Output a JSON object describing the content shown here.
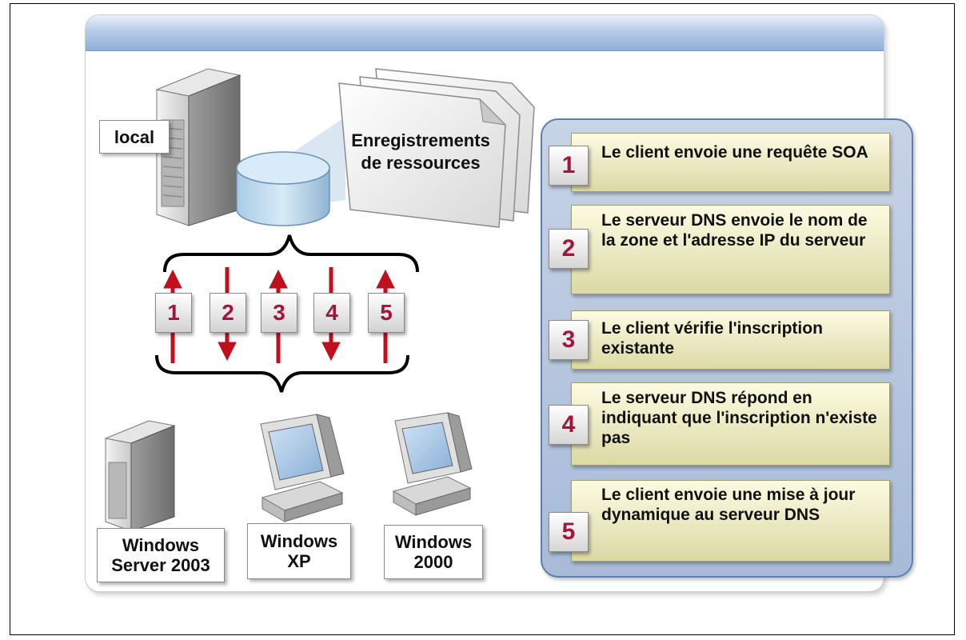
{
  "labels": {
    "local_server": "local",
    "resource_records": "Enregistrements de ressources"
  },
  "clients": [
    {
      "label": "Windows Server 2003"
    },
    {
      "label": "Windows XP"
    },
    {
      "label": "Windows 2000"
    }
  ],
  "exchange": [
    {
      "number": "1",
      "direction": "up"
    },
    {
      "number": "2",
      "direction": "down"
    },
    {
      "number": "3",
      "direction": "up"
    },
    {
      "number": "4",
      "direction": "down"
    },
    {
      "number": "5",
      "direction": "up"
    }
  ],
  "steps": [
    {
      "number": "1",
      "text": "Le client envoie une requête SOA"
    },
    {
      "number": "2",
      "text": "Le serveur DNS envoie le nom de la zone et l'adresse IP du serveur"
    },
    {
      "number": "3",
      "text": "Le client vérifie l'inscription existante"
    },
    {
      "number": "4",
      "text": "Le serveur DNS répond en indiquant que l'inscription n'existe pas"
    },
    {
      "number": "5",
      "text": "Le client envoie une mise à jour dynamique au serveur DNS"
    }
  ],
  "colors": {
    "arrow": "#c0101e",
    "number_text": "#a3153a",
    "step_box": "#ecebc0",
    "panel": "#b6c6de",
    "header": "#9fbbe2"
  }
}
